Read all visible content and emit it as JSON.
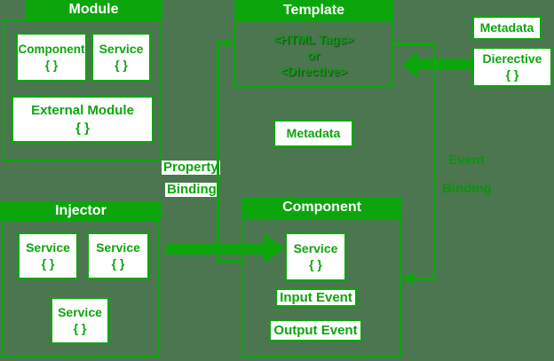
{
  "colors": {
    "background": "#4b7650",
    "accent": "#0ca60c",
    "template_text": "#0f9b0f",
    "event_text": "#0d930d"
  },
  "module": {
    "title": "Module",
    "component_label": "Component",
    "component_braces": "{ }",
    "service_label": "Service",
    "service_braces": "{ }",
    "external_label": "External Module",
    "external_braces": "{ }"
  },
  "template": {
    "title": "Template",
    "line1": "<HTML Tags>",
    "line2": "or",
    "line3": "<Directive>"
  },
  "metadata_top": {
    "label": "Metadata"
  },
  "directive": {
    "label": "Dierective",
    "braces": "{ }"
  },
  "metadata_middle": {
    "label": "Metadata"
  },
  "injector": {
    "title": "Injector",
    "service1_label": "Service",
    "service1_braces": "{ }",
    "service2_label": "Service",
    "service2_braces": "{ }",
    "service3_label": "Service",
    "service3_braces": "{ }"
  },
  "component": {
    "title": "Component",
    "service_label": "Service",
    "service_braces": "{ }",
    "input_event": "Input Event",
    "output_event": "Output Event"
  },
  "labels": {
    "property": "Property",
    "binding_left": "Binding",
    "event": "Event",
    "binding_right": "Binding"
  }
}
